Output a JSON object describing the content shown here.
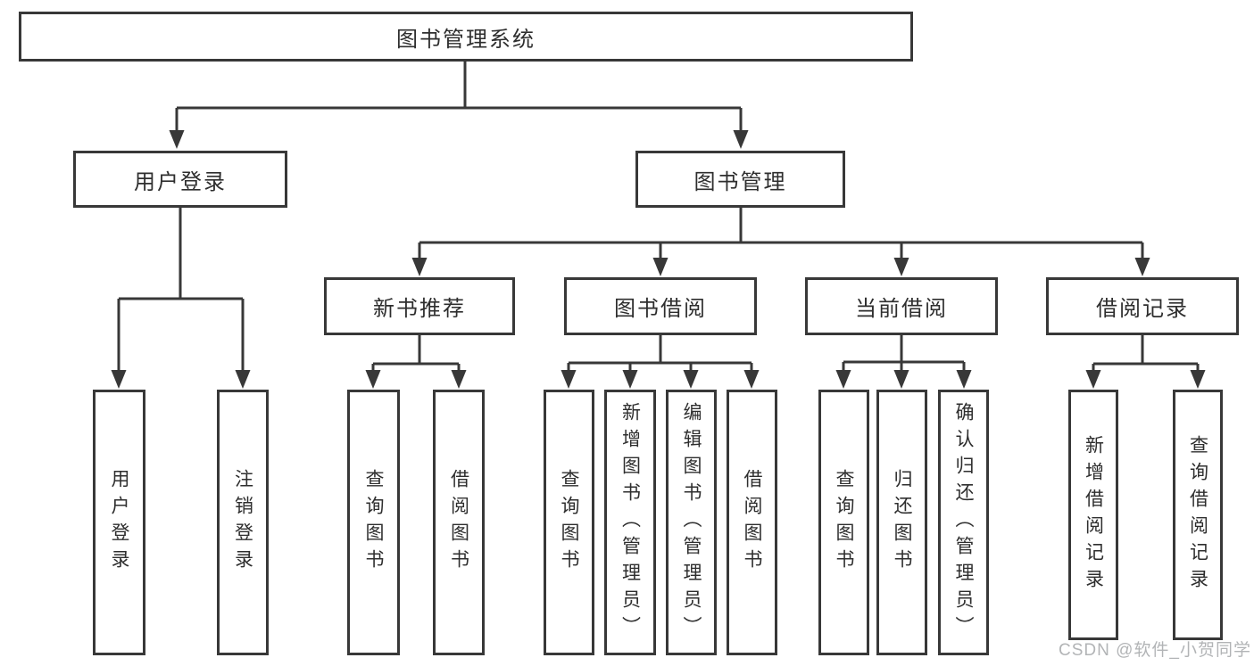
{
  "watermark": "CSDN @软件_小贺同学",
  "tree": {
    "root": {
      "label": "图书管理系统"
    },
    "branches": [
      {
        "label": "用户登录",
        "children": [
          {
            "label": "用户登录"
          },
          {
            "label": "注销登录"
          }
        ]
      },
      {
        "label": "图书管理",
        "children": [
          {
            "label": "新书推荐",
            "children": [
              {
                "label": "查询图书"
              },
              {
                "label": "借阅图书"
              }
            ]
          },
          {
            "label": "图书借阅",
            "children": [
              {
                "label": "查询图书"
              },
              {
                "label": "新增图书（管理员）"
              },
              {
                "label": "编辑图书（管理员）"
              },
              {
                "label": "借阅图书"
              }
            ]
          },
          {
            "label": "当前借阅",
            "children": [
              {
                "label": "查询图书"
              },
              {
                "label": "归还图书"
              },
              {
                "label": "确认归还（管理员）"
              }
            ]
          },
          {
            "label": "借阅记录",
            "children": [
              {
                "label": "新增借阅记录"
              },
              {
                "label": "查询借阅记录"
              }
            ]
          }
        ]
      }
    ]
  }
}
